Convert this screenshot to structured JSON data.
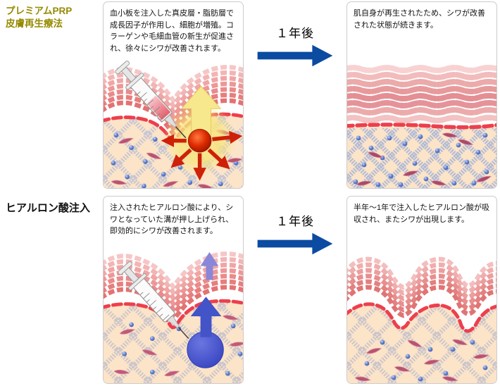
{
  "treatments": [
    {
      "label_lines": [
        "プレミアムPRP",
        "皮膚再生療法"
      ],
      "before_caption": "血小板を注入した真皮層・脂肪層で成長因子が作用し、細胞が増殖。コラーゲンや毛細血管の新生が促進され、徐々にシワが改善されます。",
      "arrow_label": "１年後",
      "after_caption": "肌自身が再生されたため、シワが改善された状態が続きます。"
    },
    {
      "label_lines": [
        "ヒアルロン酸注入"
      ],
      "before_caption": "注入されたヒアルロン酸により、シワとなっていた溝が押し上げられ、即効的にシワが改善されます。",
      "arrow_label": "１年後",
      "after_caption": "半年～1年で注入したヒアルロン酸が吸収され、またシワが出現します。"
    }
  ],
  "colors": {
    "prp_label": "#958a00",
    "ha_label": "#111111",
    "arrow_blue": "#0b4ba1",
    "panel_border": "#cccccc",
    "epidermis_pink": "#eda4a4",
    "basement_red": "#ee3f4c",
    "dermis_peach": "#fce4c8",
    "collagen_blue_hatch": "#9db0dc",
    "collagen_gray_hatch": "#bdbdcd",
    "prp_ball_red": "#cf2008",
    "ha_ball_blue": "#4353c8",
    "glow_yellow": "#f7e88d"
  },
  "icons": {
    "right-arrow-icon": "solid blue arrow pointing right between before/after panels",
    "syringe-icon": "tilted injection syringe",
    "spread-arrows-icon": "red arrows radiating from injected PRP ball",
    "lift-arrow-icon": "blue/purple upward arrows showing skin lift"
  }
}
